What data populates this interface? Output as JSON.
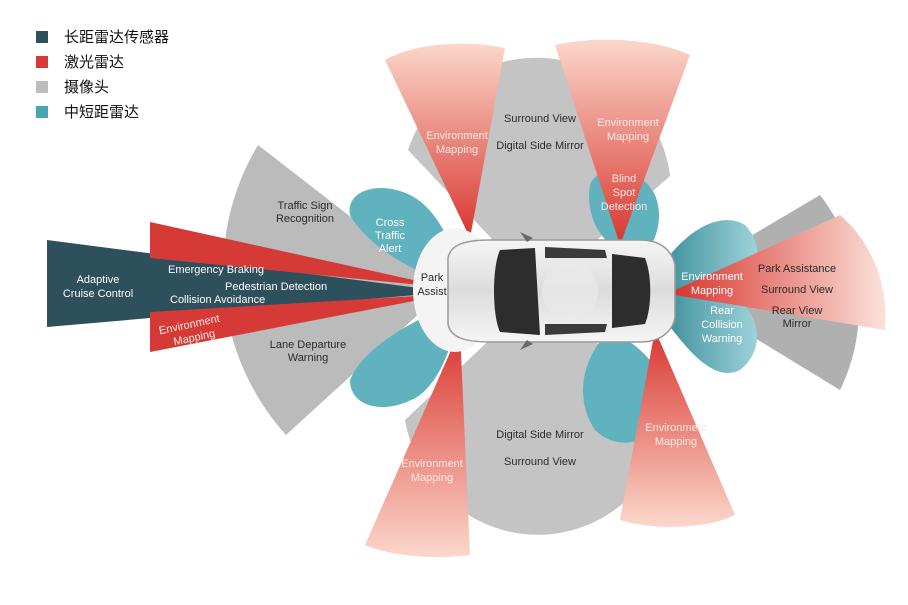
{
  "legend": [
    {
      "label": "长距雷达传感器",
      "color": "#2e4f5c"
    },
    {
      "label": "激光雷达",
      "color": "#d63a36"
    },
    {
      "label": "摄像头",
      "color": "#bdbdbd"
    },
    {
      "label": "中短距雷达",
      "color": "#4aa3b0"
    }
  ],
  "labels": {
    "adaptive_cruise_1": "Adaptive",
    "adaptive_cruise_2": "Cruise Control",
    "emergency_braking": "Emergency Braking",
    "pedestrian_detection": "Pedestrian Detection",
    "collision_avoidance": "Collision Avoidance",
    "env_mapping_front_1": "Environment",
    "env_mapping_front_2": "Mapping",
    "traffic_sign_1": "Traffic Sign",
    "traffic_sign_2": "Recognition",
    "lane_departure_1": "Lane Departure",
    "lane_departure_2": "Warning",
    "cross_traffic_1": "Cross",
    "cross_traffic_2": "Traffic",
    "cross_traffic_3": "Alert",
    "park_assist_1": "Park",
    "park_assist_2": "Assist",
    "surround_view_top": "Surround View",
    "digital_mirror_top": "Digital Side Mirror",
    "env_mapping_tl_1": "Environment",
    "env_mapping_tl_2": "Mapping",
    "env_mapping_tr_1": "Environment",
    "env_mapping_tr_2": "Mapping",
    "blind_spot_1": "Blind",
    "blind_spot_2": "Spot",
    "blind_spot_3": "Detection",
    "env_mapping_rear_1": "Environment",
    "env_mapping_rear_2": "Mapping",
    "park_assistance": "Park Assistance",
    "surround_view_rear": "Surround View",
    "rear_view_mirror_1": "Rear View",
    "rear_view_mirror_2": "Mirror",
    "rear_collision_1": "Rear",
    "rear_collision_2": "Collision",
    "rear_collision_3": "Warning",
    "digital_mirror_bottom": "Digital Side Mirror",
    "surround_view_bottom": "Surround View",
    "env_mapping_bl_1": "Environment",
    "env_mapping_bl_2": "Mapping",
    "env_mapping_br_1": "Environment",
    "env_mapping_br_2": "Mapping"
  }
}
